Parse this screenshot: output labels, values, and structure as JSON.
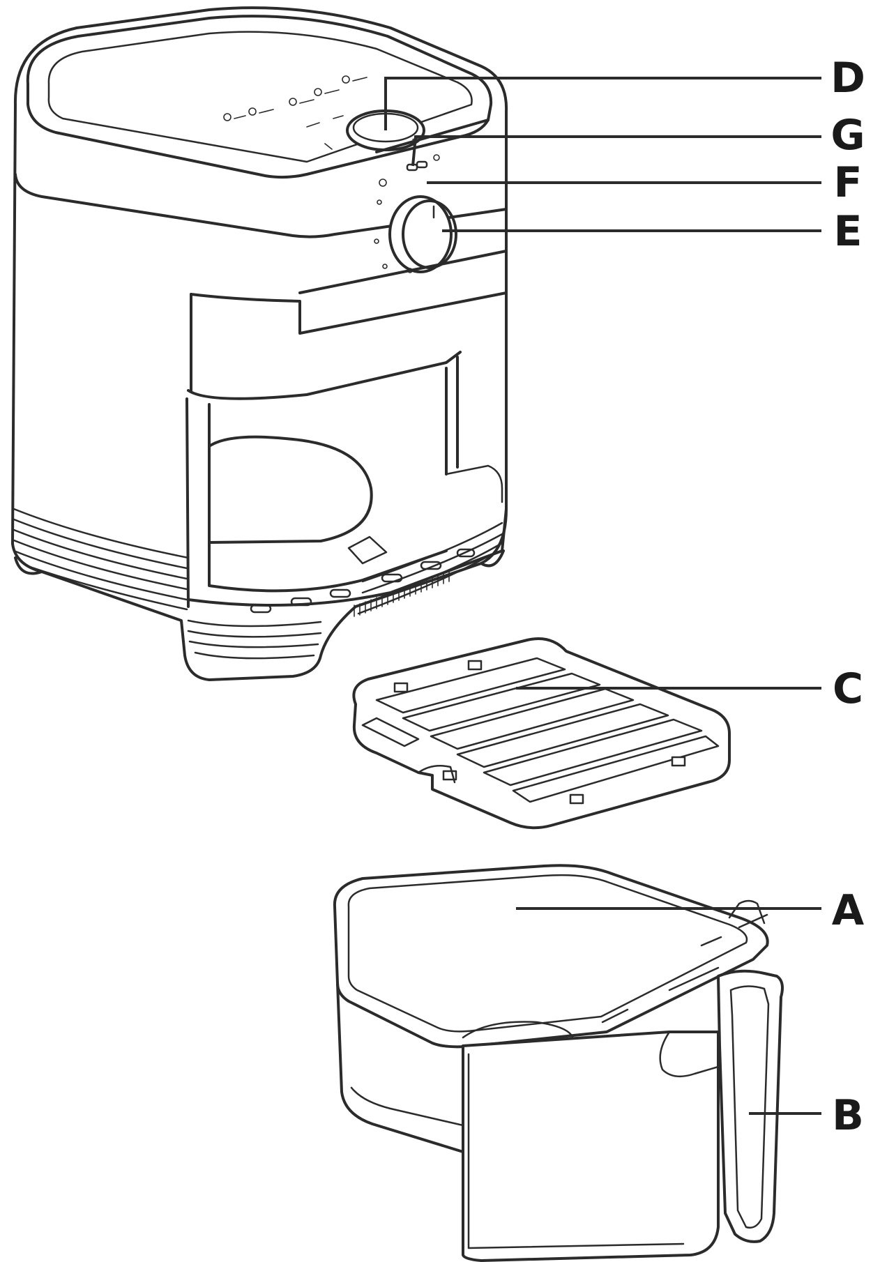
{
  "callouts": [
    {
      "id": "D",
      "label": "D"
    },
    {
      "id": "G",
      "label": "G"
    },
    {
      "id": "F",
      "label": "F"
    },
    {
      "id": "E",
      "label": "E"
    },
    {
      "id": "C",
      "label": "C"
    },
    {
      "id": "A",
      "label": "A"
    },
    {
      "id": "B",
      "label": "B"
    }
  ],
  "colors": {
    "line": "#2b2b2b",
    "label": "#1a1a1a",
    "background": "#ffffff"
  }
}
